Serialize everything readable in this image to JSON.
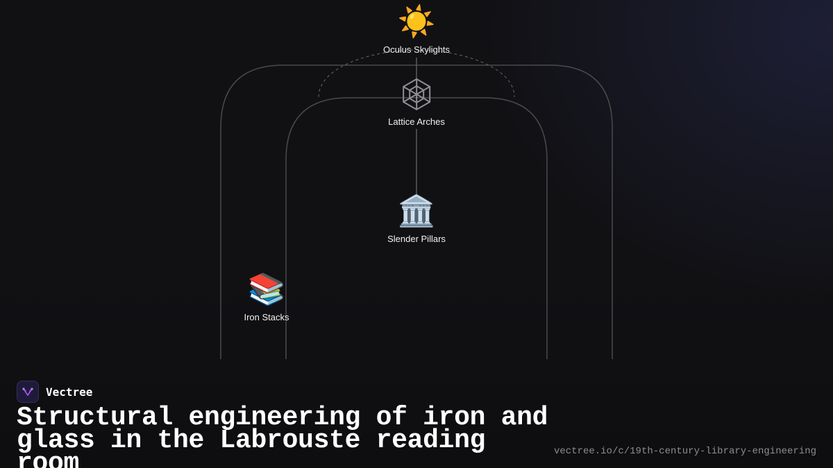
{
  "diagram": {
    "nodes": [
      {
        "id": "oculus",
        "label": "Oculus Skylights",
        "icon": "sun-icon",
        "glyph": "☀️"
      },
      {
        "id": "lattice",
        "label": "Lattice Arches",
        "icon": "lattice-web-icon",
        "glyph": "🕸️"
      },
      {
        "id": "pillars",
        "label": "Slender Pillars",
        "icon": "classical-building-icon",
        "glyph": "🏛️"
      },
      {
        "id": "stacks",
        "label": "Iron Stacks",
        "icon": "books-icon",
        "glyph": "📚"
      }
    ],
    "connections": [
      {
        "from": "oculus",
        "to": "lattice",
        "style": "solid"
      },
      {
        "from": "lattice",
        "to": "pillars",
        "style": "solid"
      },
      {
        "from": "oculus",
        "to": "lattice",
        "style": "dashed-arc"
      }
    ],
    "colors": {
      "background": "#111114",
      "line": "#5a5a5e",
      "dashed_line": "#6a6a6e"
    }
  },
  "footer": {
    "brand_name": "Vectree",
    "brand_icon": "vectree-logo-icon",
    "title": "Structural engineering of iron and glass in the Labrouste reading room",
    "url": "vectree.io/c/19th-century-library-engineering"
  }
}
